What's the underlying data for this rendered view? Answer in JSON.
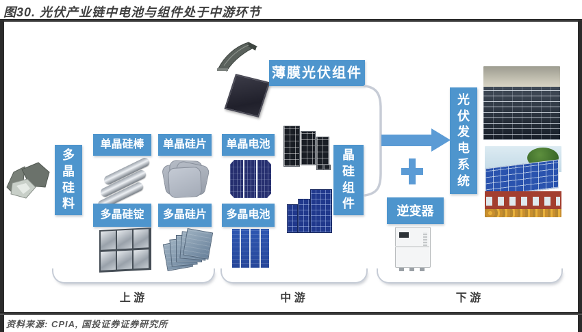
{
  "figure": {
    "title": "图30. 光伏产业链中电池与组件处于中游环节",
    "source": "资料来源: CPIA, 国投证券证券研究所"
  },
  "nodes": {
    "polysilicon": "多晶硅料",
    "mono_rod": "单晶硅棒",
    "mono_wafer": "单晶硅片",
    "mono_cell": "单晶电池",
    "poly_ingot": "多晶硅锭",
    "poly_wafer": "多晶硅片",
    "poly_cell": "多晶电池",
    "thin_film_module": "薄膜光伏组件",
    "crystalline_module": "晶硅组件",
    "inverter": "逆变器",
    "pv_system": "光伏发电系统"
  },
  "stages": [
    {
      "id": "upstream",
      "label": "上 游"
    },
    {
      "id": "midstream",
      "label": "中 游"
    },
    {
      "id": "downstream",
      "label": "下 游"
    }
  ],
  "icons": {
    "flow_arrow": "right-arrow",
    "plus": "plus-sign",
    "brace": "grouping-brace"
  },
  "colors": {
    "node_blue": "#4e95cd",
    "arrow_blue": "#5b9bd5",
    "connector_gray": "#c7ccd6",
    "rule_dark": "#2b2b2b",
    "title_text": "#3f3f3f",
    "source_text": "#545454"
  }
}
